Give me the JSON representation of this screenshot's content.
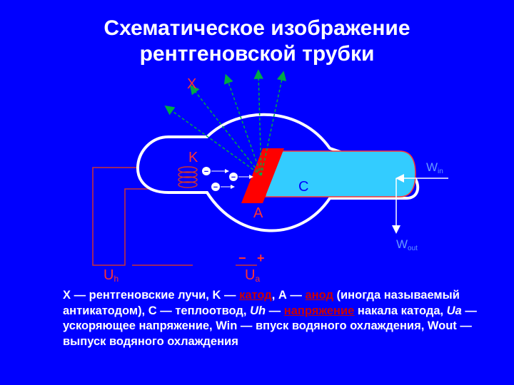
{
  "title": {
    "line1": "Схематическое изображение",
    "line2": "рентгеновской трубки"
  },
  "labels": {
    "x": "X",
    "k": "K",
    "a": "A",
    "c": "C",
    "win": "W",
    "win_sub": "in",
    "wout": "W",
    "wout_sub": "out",
    "uh": "U",
    "uh_sub": "h",
    "ua": "U",
    "ua_sub": "a",
    "minus": "−",
    "plus": "+",
    "electron": "−"
  },
  "caption": {
    "p1": "X — рентгеновские лучи, K — ",
    "katod": "катод",
    "p2": ", А — ",
    "anod": "анод",
    "p3": " (иногда называемый антикатодом), С — теплоотвод, ",
    "uh": "Uh",
    "p4": " — ",
    "napr": "напряжение",
    "p5": " накала катода, ",
    "ua": "Ua",
    "p6": " — ускоряющее напряжение, Win — впуск водяного охлаждения, Wout — выпуск водяного охлаждения"
  },
  "colors": {
    "background": "#0000FF",
    "tube_outline": "#FFFFFF",
    "anode": "#FF0000",
    "heat_sink": "#33CCFF",
    "rays": "#00AA44",
    "wires": "#CC3333",
    "label": "#FF3333",
    "water_label": "#6699FF"
  }
}
